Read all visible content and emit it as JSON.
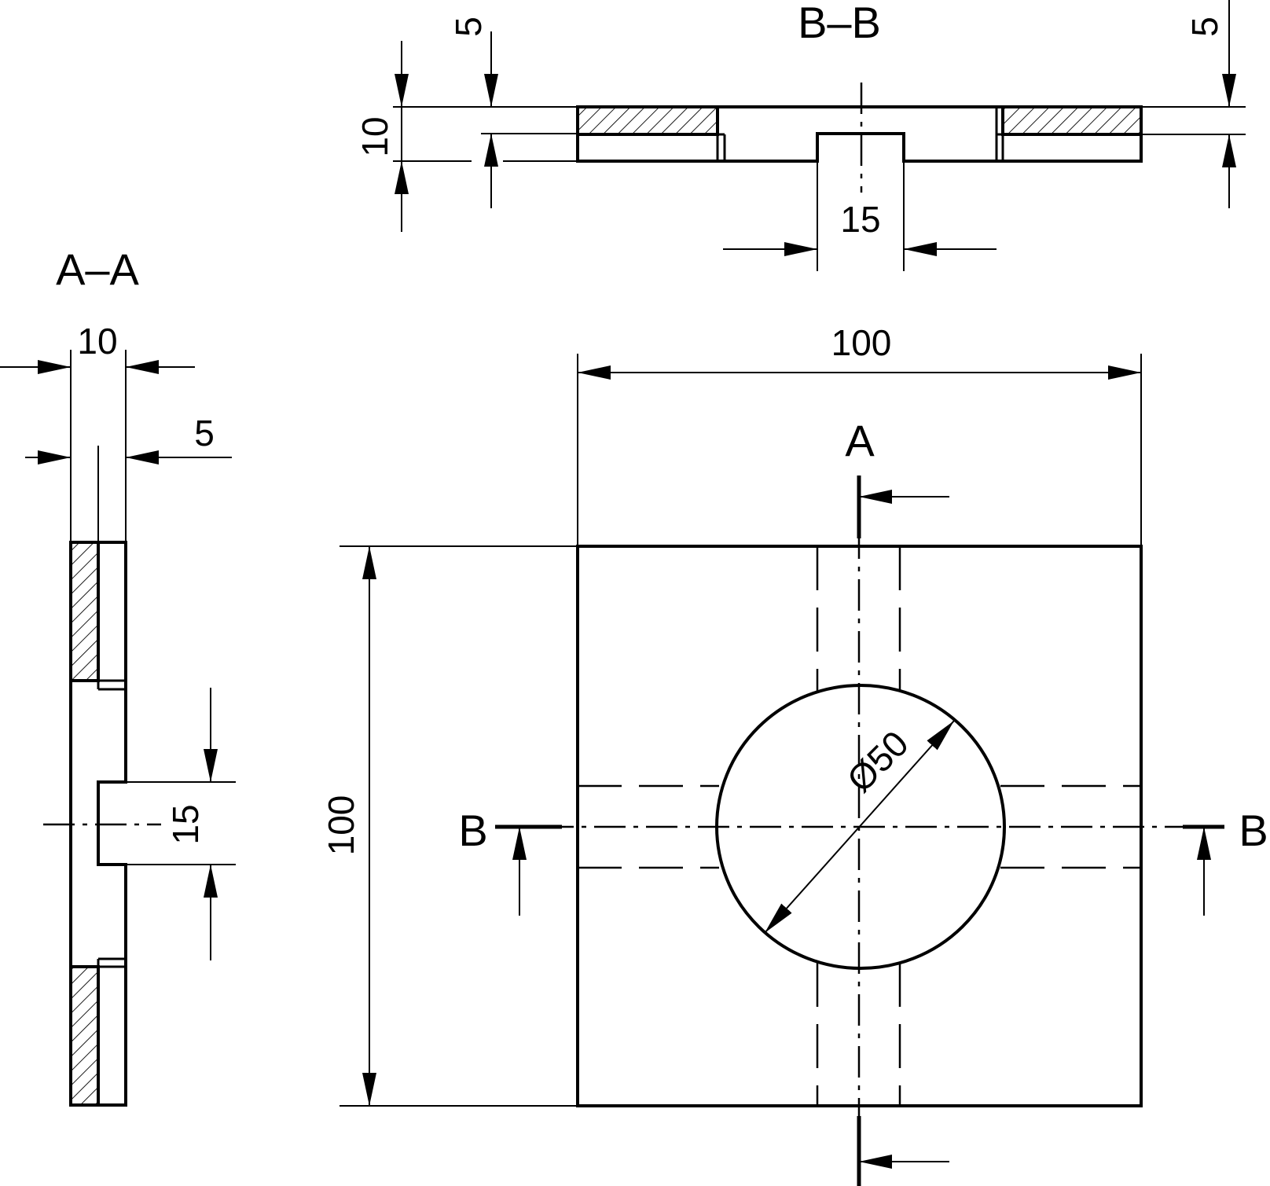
{
  "views": {
    "section_bb": {
      "label": "B–B"
    },
    "section_aa": {
      "label": "A–A"
    }
  },
  "cut_markers": {
    "a_letter": "A",
    "b_left_letter": "B",
    "b_right_letter": "B"
  },
  "dimensions": {
    "bb_left_5": "5",
    "bb_right_5": "5",
    "bb_height_10": "10",
    "bb_slot_15": "15",
    "aa_width_10": "10",
    "aa_width_5": "5",
    "aa_slot_15": "15",
    "plan_width_100": "100",
    "plan_height_100": "100",
    "plan_diameter": "Ø50"
  },
  "colors": {
    "ink": "#000000",
    "paper": "#ffffff"
  }
}
